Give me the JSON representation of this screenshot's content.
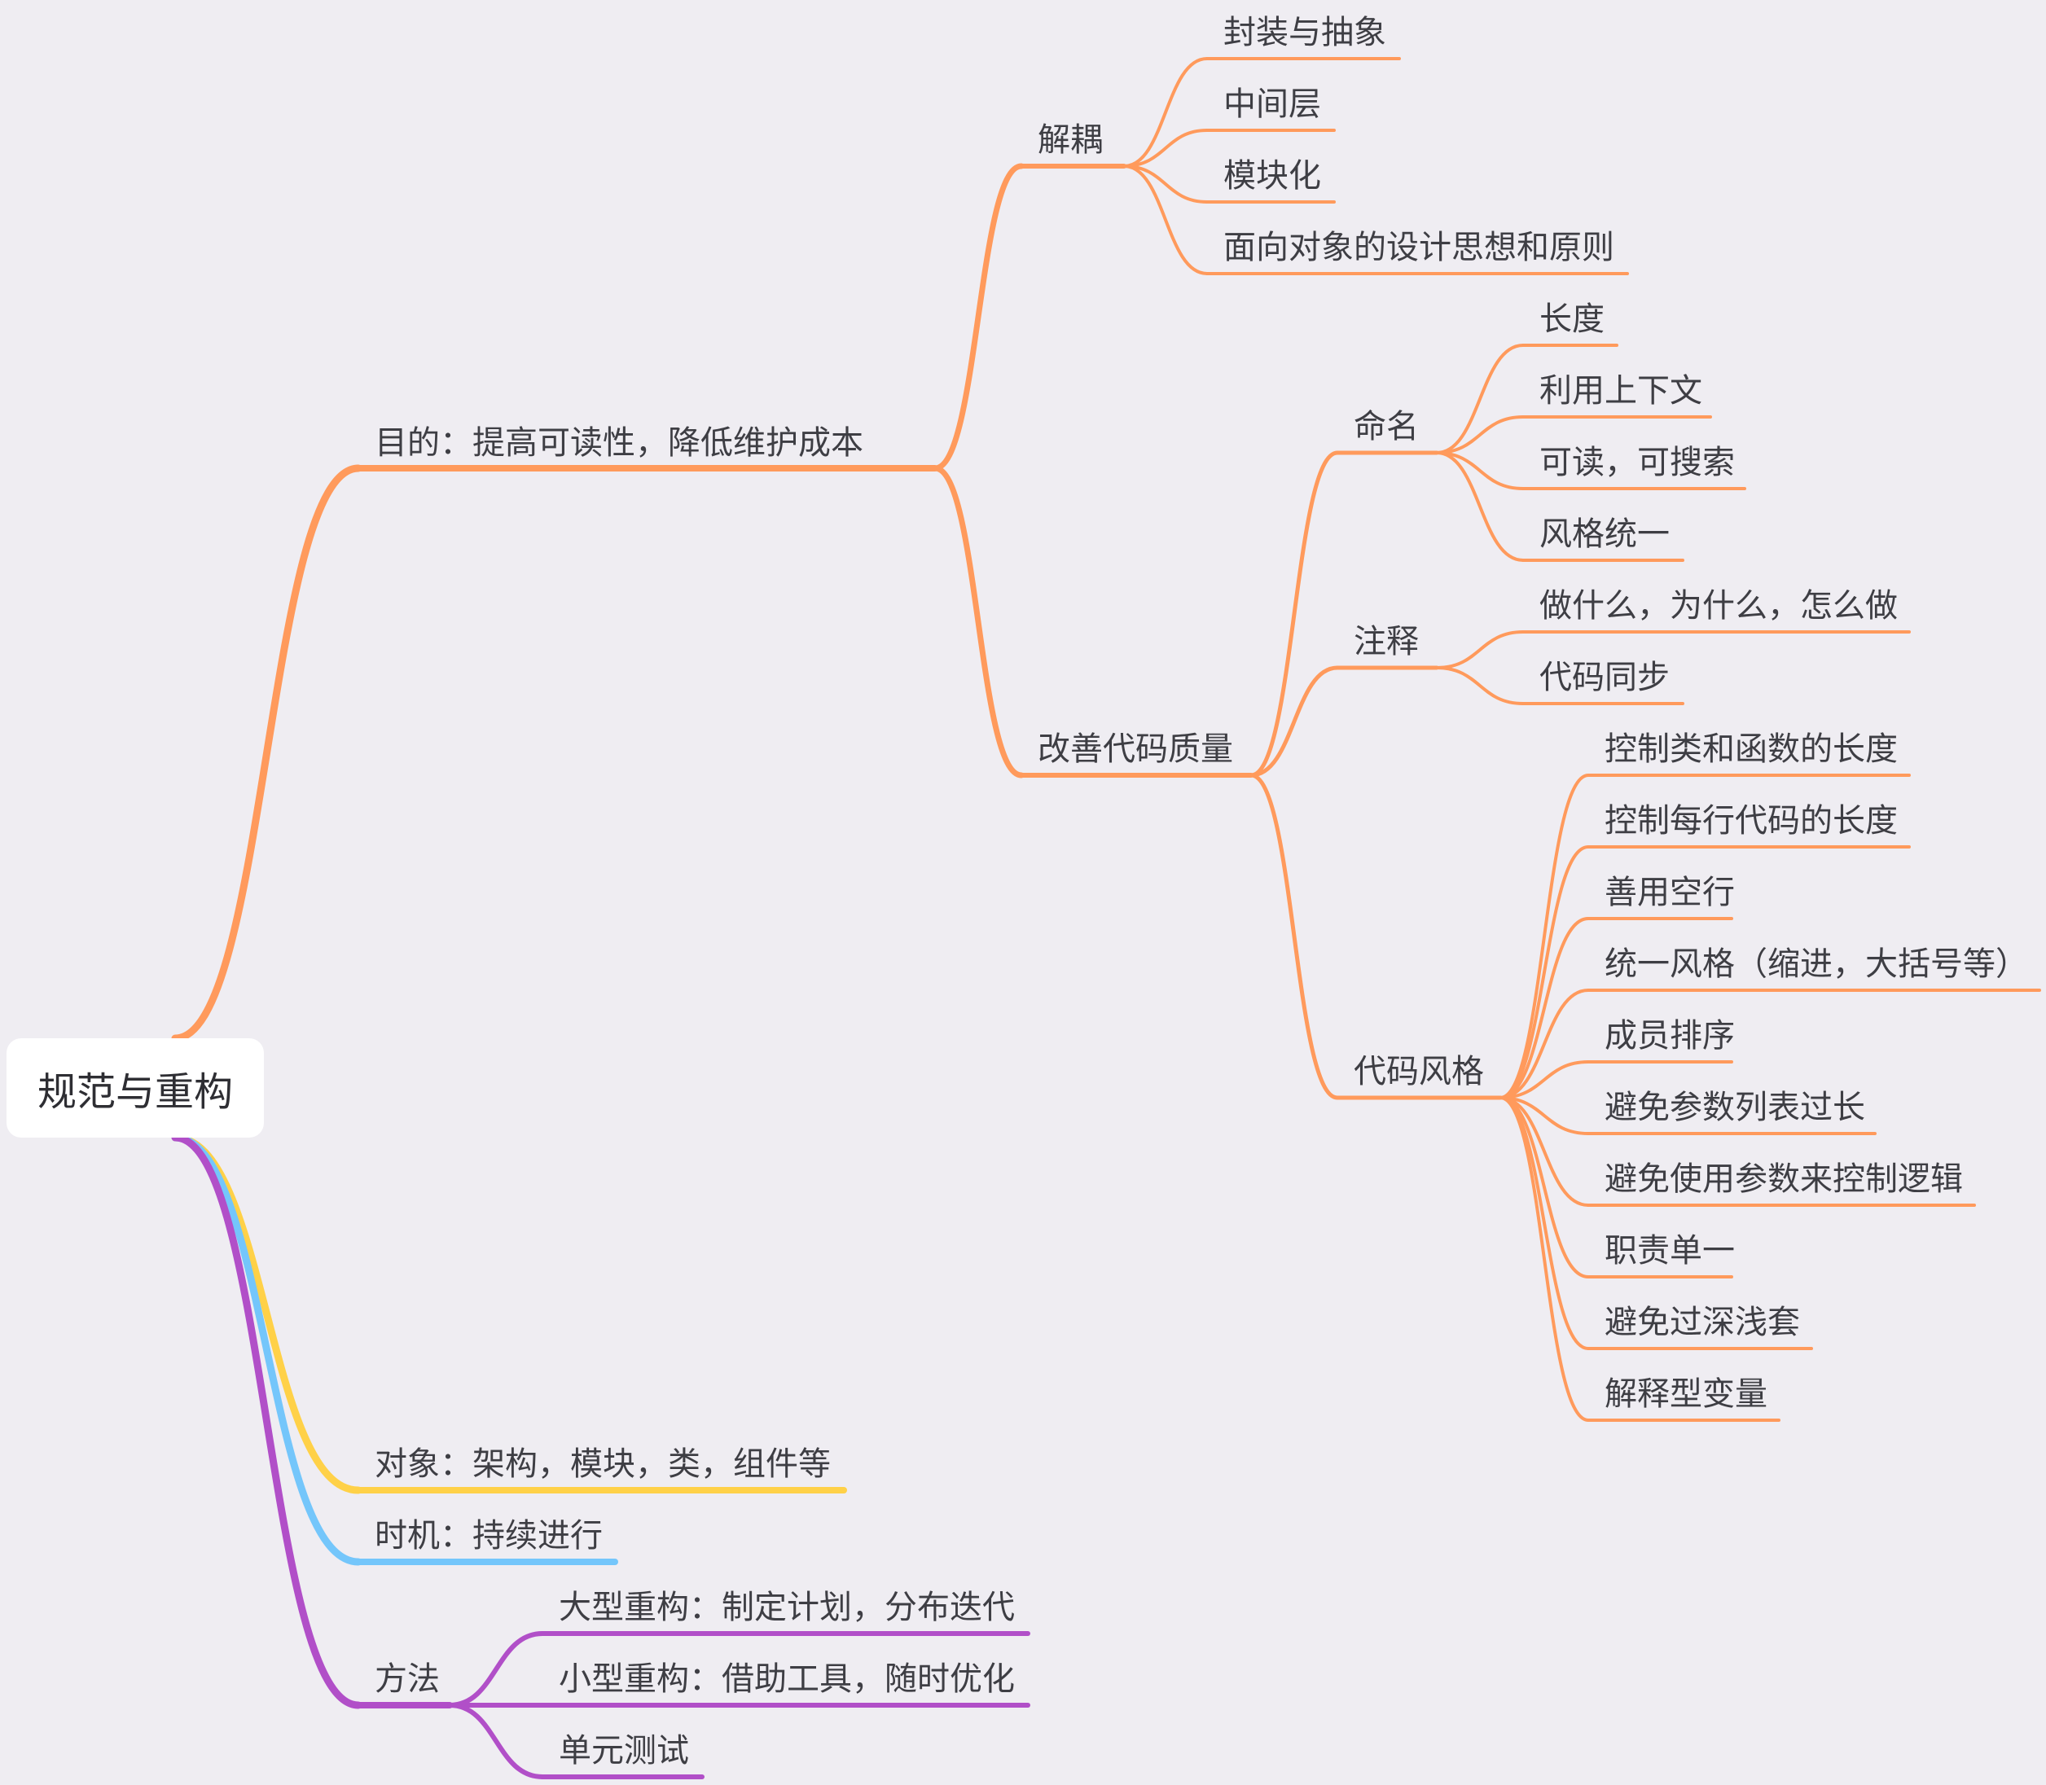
{
  "colors": {
    "orange": "#ff9a5c",
    "yellow": "#ffd148",
    "blue": "#74c6fb",
    "purple": "#b14fc8"
  },
  "root": "规范与重构",
  "branches": [
    {
      "label": "目的：提高可读性，降低维护成本",
      "color": "orange",
      "children": [
        {
          "label": "解耦",
          "children": [
            {
              "label": "封装与抽象"
            },
            {
              "label": "中间层"
            },
            {
              "label": "模块化"
            },
            {
              "label": "面向对象的设计思想和原则"
            }
          ]
        },
        {
          "label": "改善代码质量",
          "children": [
            {
              "label": "命名",
              "children": [
                {
                  "label": "长度"
                },
                {
                  "label": "利用上下文"
                },
                {
                  "label": "可读，可搜索"
                },
                {
                  "label": "风格统一"
                }
              ]
            },
            {
              "label": "注释",
              "children": [
                {
                  "label": "做什么，为什么，怎么做"
                },
                {
                  "label": "代码同步"
                }
              ]
            },
            {
              "label": "代码风格",
              "children": [
                {
                  "label": "控制类和函数的长度"
                },
                {
                  "label": "控制每行代码的长度"
                },
                {
                  "label": "善用空行"
                },
                {
                  "label": "统一风格（缩进，大括号等）"
                },
                {
                  "label": "成员排序"
                },
                {
                  "label": "避免参数列表过长"
                },
                {
                  "label": "避免使用参数来控制逻辑"
                },
                {
                  "label": "职责单一"
                },
                {
                  "label": "避免过深浅套"
                },
                {
                  "label": "解释型变量"
                }
              ]
            }
          ]
        }
      ]
    },
    {
      "label": "对象：架构，模块，类，组件等",
      "color": "yellow"
    },
    {
      "label": "时机：持续进行",
      "color": "blue"
    },
    {
      "label": "方法",
      "color": "purple",
      "children": [
        {
          "label": "大型重构：制定计划，分布迭代"
        },
        {
          "label": "小型重构：借助工具，随时优化"
        },
        {
          "label": "单元测试"
        }
      ]
    }
  ]
}
